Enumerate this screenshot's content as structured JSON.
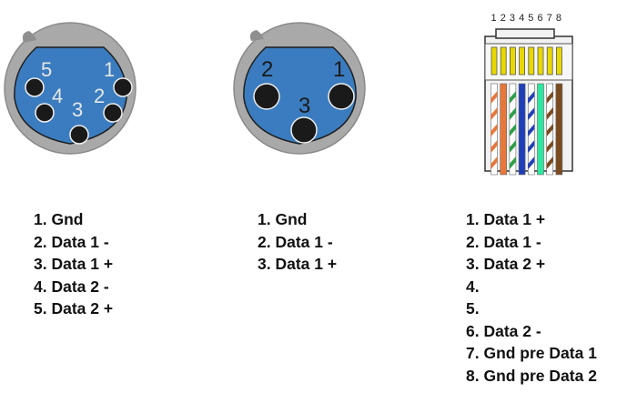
{
  "connectors": [
    {
      "id": "xlr5",
      "pin_digits": [
        "1",
        "2",
        "3",
        "4",
        "5"
      ],
      "pins": [
        "1. Gnd",
        "2. Data 1 -",
        "3. Data 1 +",
        "4. Data 2 -",
        "5. Data 2 +"
      ]
    },
    {
      "id": "xlr3",
      "pin_digits": [
        "1",
        "2",
        "3"
      ],
      "pins": [
        "1. Gnd",
        "2. Data 1 -",
        "3. Data 1 +"
      ]
    },
    {
      "id": "rj45",
      "pin_digits": [
        "1",
        "2",
        "3",
        "4",
        "5",
        "6",
        "7",
        "8"
      ],
      "pins": [
        "1. Data 1 +",
        "2. Data 1 -",
        "3. Data 2 +",
        "4.",
        "5.",
        "6. Data 2 -",
        "7. Gnd pre Data 1",
        "8. Gnd pre Data 2"
      ],
      "wire_colors": [
        "#e8773a",
        "#e8773a",
        "#2f9e48",
        "#1f3fb8",
        "#1f3fb8",
        "#2ee6a0",
        "#7a4a1f",
        "#7a4a1f"
      ],
      "wire_striped": [
        true,
        false,
        true,
        false,
        true,
        false,
        true,
        false
      ]
    }
  ],
  "colors": {
    "connector_body": "#a9a9a9",
    "connector_face": "#3a7cbf",
    "pin_socket": "#1a1a1a",
    "pin_label": "#e6e6e6",
    "gold_contact": "#e8d800",
    "text": "#111111"
  }
}
